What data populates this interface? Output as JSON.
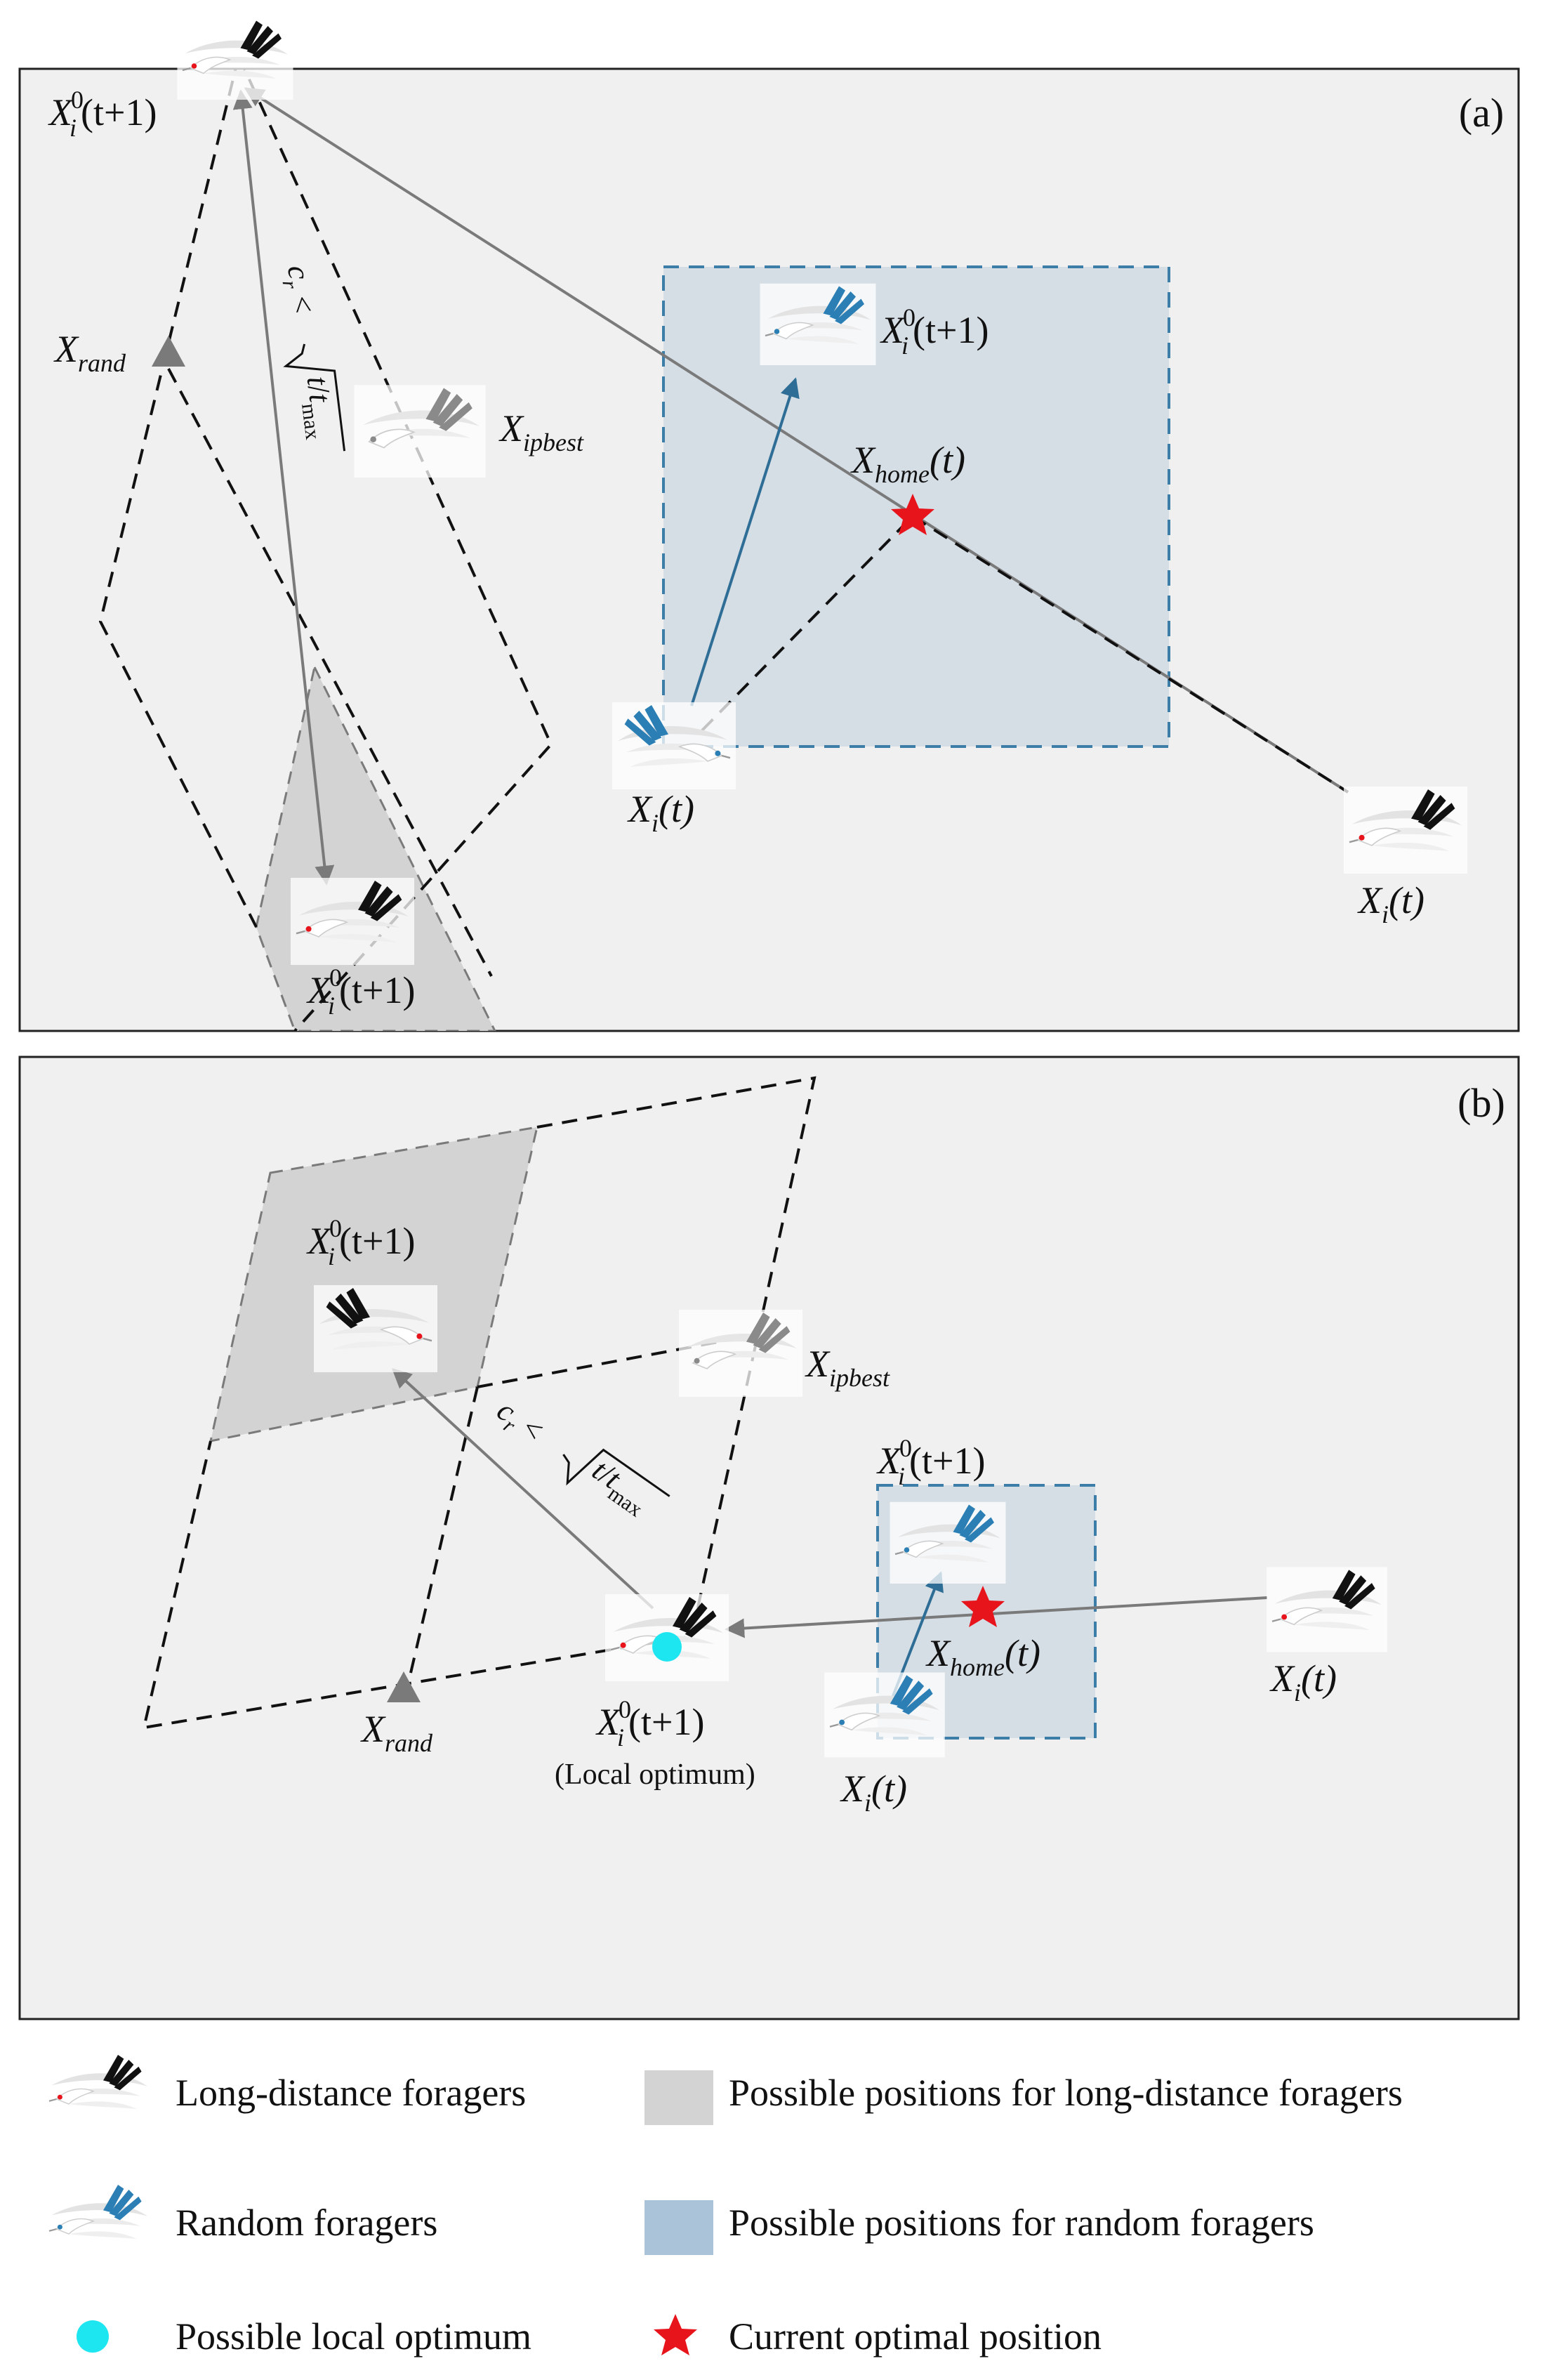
{
  "panel_a": {
    "label": "(a)",
    "xi0_top": {
      "base": "X",
      "sub": "i",
      "sup": "0",
      "arg": "(t+1)"
    },
    "xi0_box": {
      "base": "X",
      "sub": "i",
      "sup": "0",
      "arg": "(t+1)"
    },
    "xi0_bottom": {
      "base": "X",
      "sub": "i",
      "sup": "0",
      "arg": "(t+1)"
    },
    "xhome": {
      "base": "X",
      "sub": "home",
      "arg": "(t)"
    },
    "xrand": {
      "base": "X",
      "sub": "rand"
    },
    "xipbest": {
      "base": "X",
      "sub": "ipbest"
    },
    "xi_mid": {
      "base": "X",
      "sub": "i",
      "arg": "(t)"
    },
    "xi_right": {
      "base": "X",
      "sub": "i",
      "arg": "(t)"
    },
    "condition": {
      "lhs": "c",
      "lhs_sub": "r",
      "op": "<",
      "num": "t",
      "den": "t",
      "den_sub": "max"
    }
  },
  "panel_b": {
    "label": "(b)",
    "xi0_gray": {
      "base": "X",
      "sub": "i",
      "sup": "0",
      "arg": "(t+1)"
    },
    "xi0_blue": {
      "base": "X",
      "sub": "i",
      "sup": "0",
      "arg": "(t+1)"
    },
    "xi0_local": {
      "base": "X",
      "sub": "i",
      "sup": "0",
      "arg": "(t+1)"
    },
    "local_optimum": "(Local optimum)",
    "xhome": {
      "base": "X",
      "sub": "home",
      "arg": "(t)"
    },
    "xrand": {
      "base": "X",
      "sub": "rand"
    },
    "xipbest": {
      "base": "X",
      "sub": "ipbest"
    },
    "xi_mid": {
      "base": "X",
      "sub": "i",
      "arg": "(t)"
    },
    "xi_right": {
      "base": "X",
      "sub": "i",
      "arg": "(t)"
    },
    "condition": {
      "lhs": "c",
      "lhs_sub": "r",
      "op": "<",
      "num": "t",
      "den": "t",
      "den_sub": "max"
    }
  },
  "legend": {
    "long_distance_foragers": "Long-distance foragers",
    "random_foragers": "Random foragers",
    "possible_local_optimum": "Possible local optimum",
    "long_distance_positions": "Possible positions for long-distance foragers",
    "random_positions": "Possible positions for random foragers",
    "current_optimal_position": "Current optimal position"
  },
  "colors": {
    "panel_bg": "#f0f0f0",
    "gray_region": "#d3d3d3",
    "blue_region": "#d5dde5",
    "blue_legend": "#aac3d8",
    "blue_arrow": "#2e6e96",
    "gray_arrow": "#7a7a7a",
    "star": "#e8141c",
    "optimum": "#1ee6f0"
  }
}
